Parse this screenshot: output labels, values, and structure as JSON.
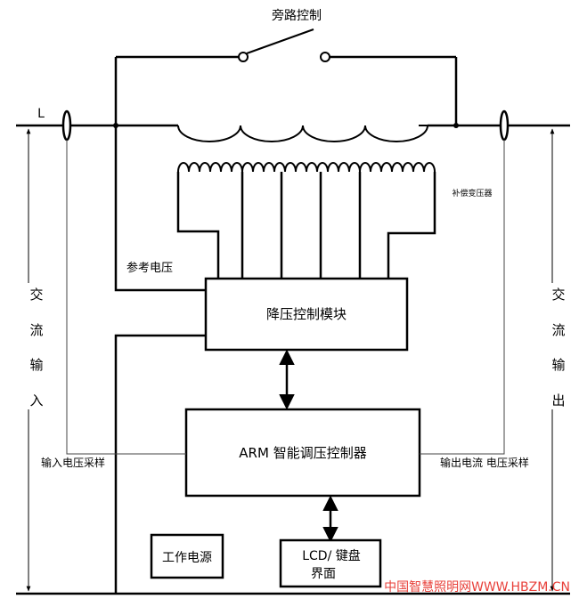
{
  "diagram": {
    "bypass_label": "旁路控制",
    "line_label": "L",
    "compensation_transformer_label": "补偿变压器",
    "reference_voltage_label": "参考电压",
    "step_down_module_label": "降压控制模块",
    "arm_controller_label": "ARM 智能调压控制器",
    "power_supply_label": "工作电源",
    "lcd_label_line1": "LCD/ 键盘",
    "lcd_label_line2": "界面",
    "input_sampling_label": "输入电压采样",
    "output_sampling_label": "输出电流 电压采样",
    "ac_input_chars": [
      "交",
      "流",
      "输",
      "入"
    ],
    "ac_output_chars": [
      "交",
      "流",
      "输",
      "出"
    ]
  },
  "watermark": {
    "text": "中国智慧照明网WWW.HBZM.CN",
    "color": "#e8403a"
  }
}
